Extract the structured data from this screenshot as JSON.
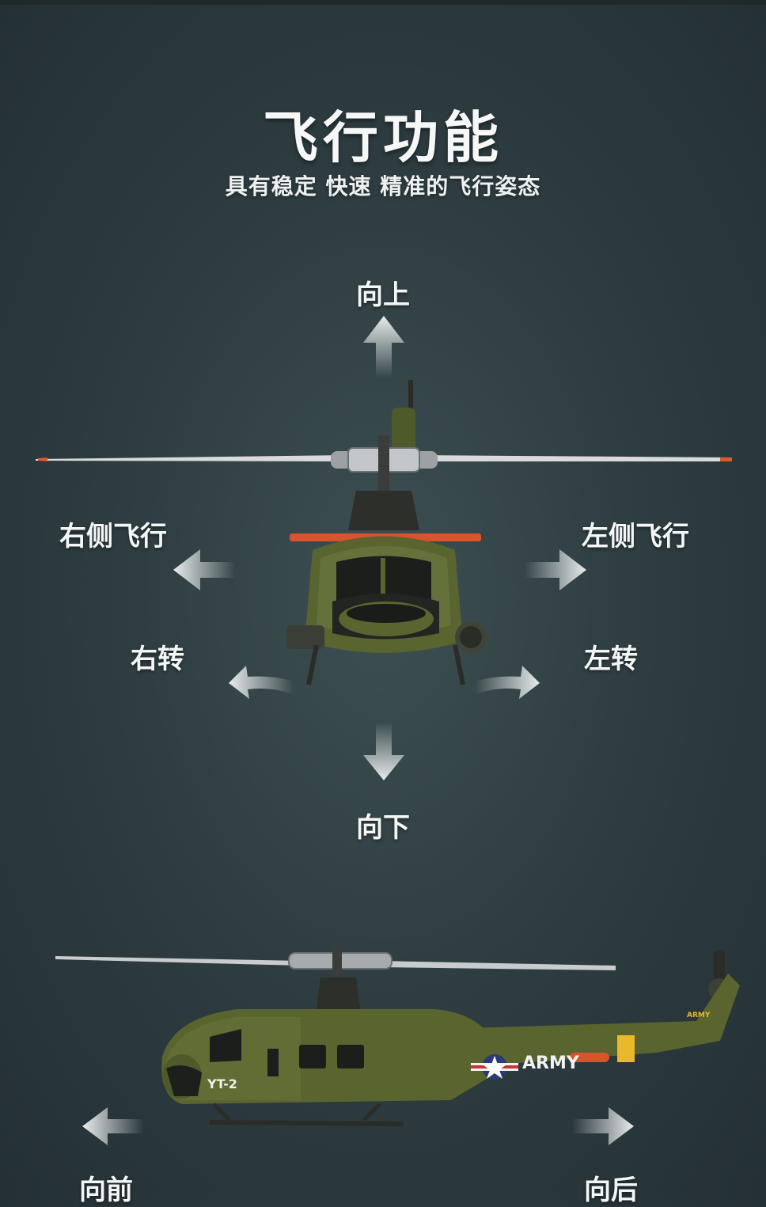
{
  "header": {
    "title": "飞行功能",
    "subtitle": "具有稳定 快速 精准的飞行姿态"
  },
  "directions": {
    "up": "向上",
    "down": "向下",
    "right_side": "右侧飞行",
    "left_side": "左侧飞行",
    "turn_right": "右转",
    "turn_left": "左转",
    "forward": "向前",
    "backward": "向后"
  },
  "side_helicopter": {
    "nose_marking": "YT-2",
    "body_marking": "ARMY",
    "tail_marking": "ARMY"
  },
  "colors": {
    "background": "#2f3e42",
    "helicopter_body": "#59642f",
    "accent_orange": "#d9532e",
    "tail_stripe": "#e8b92a"
  }
}
